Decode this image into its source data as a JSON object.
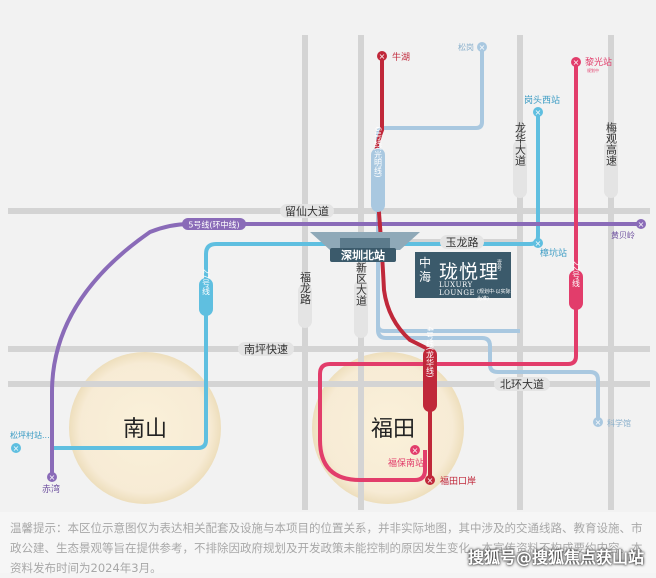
{
  "roads": {
    "liuxian": "留仙大道",
    "yulong": "玉龙路",
    "fulong": "福龙路",
    "xinqu": "新区大道",
    "nanping": "南坪快速",
    "beihuan": "北环大道",
    "longhua": "龙华大道",
    "meiguan": "梅观高速"
  },
  "lines": {
    "line5": "5号线(环中线)",
    "line6": "6号线(光明线)",
    "line27": "27号线",
    "line22": "22号线",
    "line4": "4号线(龙华线)"
  },
  "stations": {
    "niuhu": "牛湖",
    "songgang": "松岗",
    "liguang": "黎光站",
    "liguang_sub": "规划中",
    "gangtou_west": "岗头西站",
    "huangbeiling": "黄贝岭",
    "zhanghang": "樟坑站",
    "songping": "松坪村站...",
    "chiwan": "赤湾",
    "kexueguan": "科学馆",
    "fubao_south": "福保南站",
    "futian_port": "福田口岸",
    "shenzhen_north": "深圳北站"
  },
  "districts": {
    "nanshan": "南山",
    "futian": "福田"
  },
  "project": {
    "cn_prefix": "中海",
    "name": "珑悦理",
    "tag": "壹号",
    "english": "LUXURY LOUNGE",
    "english_sub": "(规划中·以实际为准)"
  },
  "disclaimer": "温馨提示：本区位示意图仅为表达相关配套及设施与本项目的位置关系，并非实际地图，其中涉及的交通线路、教育设施、市政公建、生态景观等旨在提供参考，不排除因政府规划及开发政策未能控制的原因发生变化，本宣传资料不构成要约内容。本资料发布时间为2024年3月。",
  "watermark": "搜狐号@搜狐焦点获山站",
  "colors": {
    "line5": "#8a6bb8",
    "line6": "#a9c8e0",
    "line27": "#5fbfe0",
    "line22": "#e23d6b",
    "line4": "#c0283a",
    "roads": "#c9c9c9",
    "district_glow": "#f3e2b8"
  }
}
